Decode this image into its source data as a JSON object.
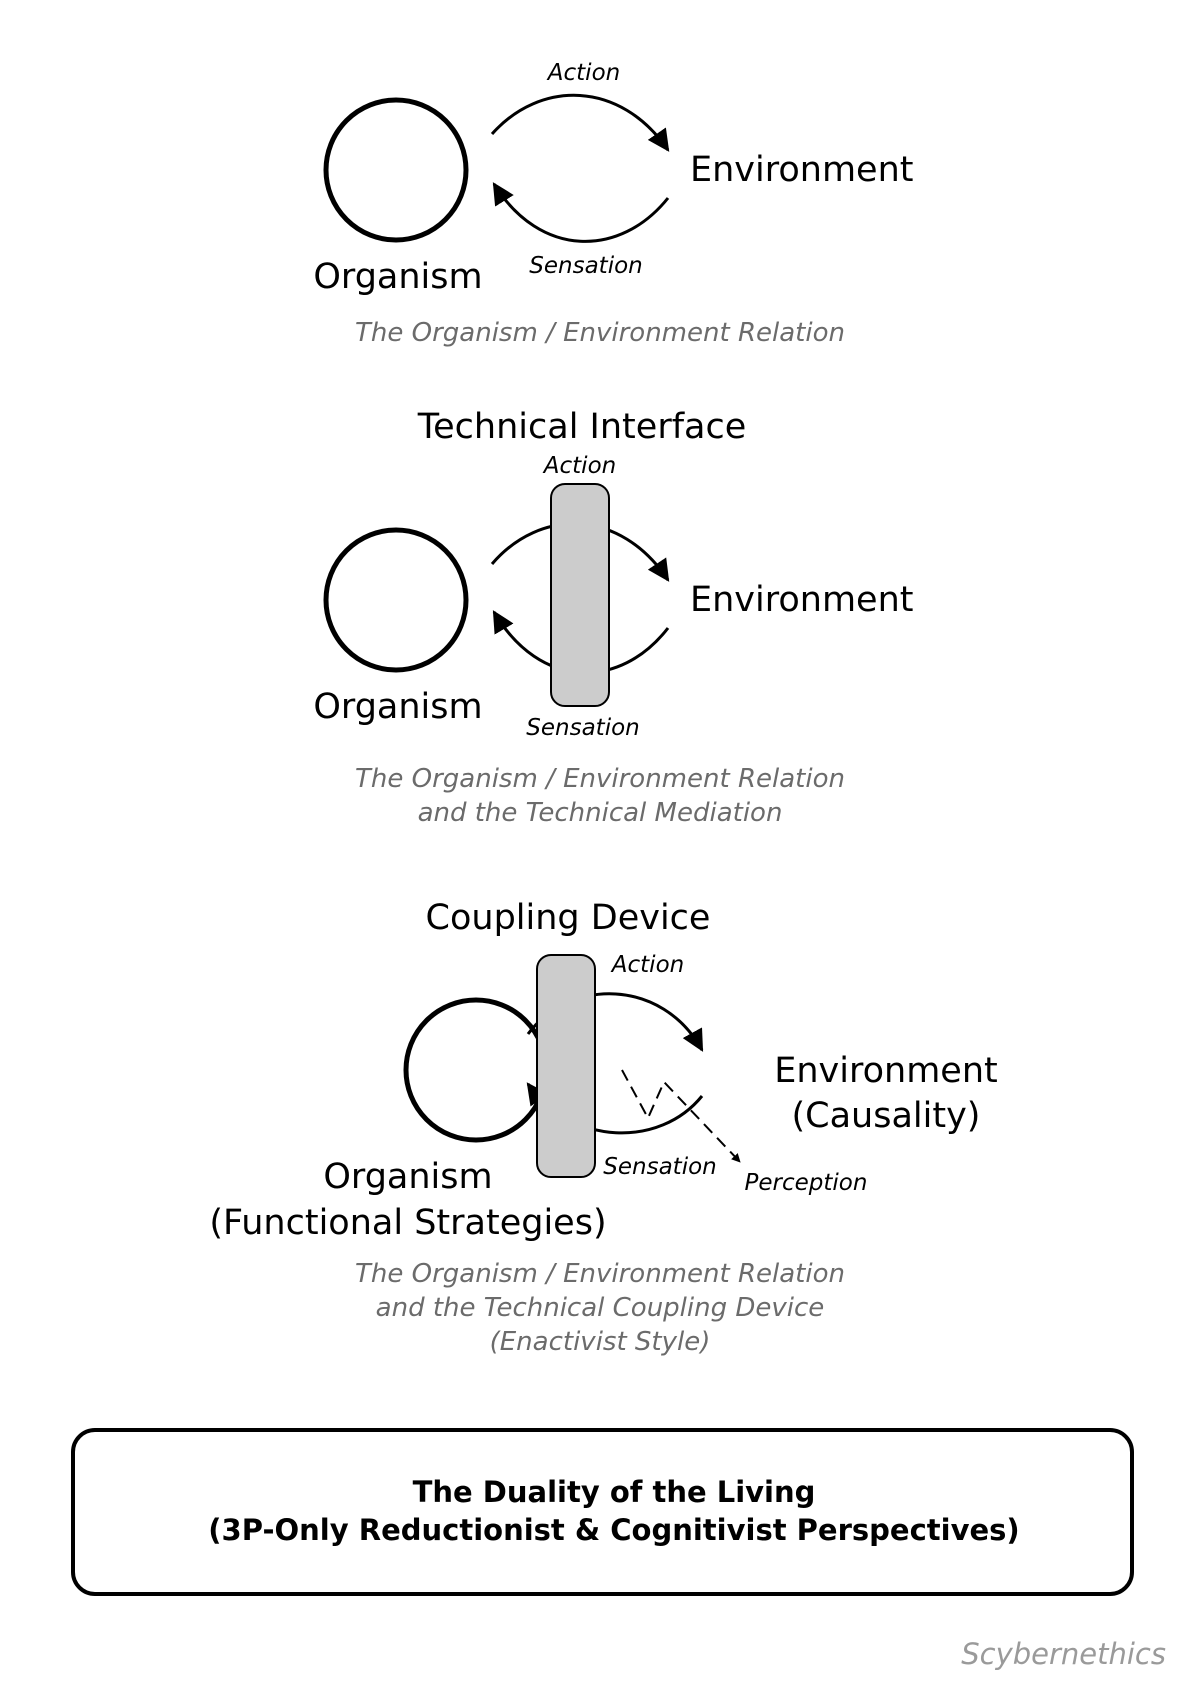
{
  "diagram1": {
    "organism": "Organism",
    "environment": "Environment",
    "action": "Action",
    "sensation": "Sensation",
    "caption": "The Organism / Environment Relation"
  },
  "diagram2": {
    "title": "Technical Interface",
    "organism": "Organism",
    "environment": "Environment",
    "action": "Action",
    "sensation": "Sensation",
    "caption_line1": "The Organism / Environment Relation",
    "caption_line2": "and the Technical Mediation"
  },
  "diagram3": {
    "title": "Coupling Device",
    "organism_line1": "Organism",
    "organism_line2": "(Functional Strategies)",
    "environment_line1": "Environment",
    "environment_line2": "(Causality)",
    "action": "Action",
    "sensation": "Sensation",
    "perception": "Perception",
    "caption_line1": "The Organism / Environment Relation",
    "caption_line2": "and the Technical Coupling Device",
    "caption_line3": "(Enactivist Style)"
  },
  "summary_box": {
    "line1": "The Duality of the Living",
    "line2": "(3P-Only Reductionist & Cognitivist Perspectives)"
  },
  "credit": "Scybernethics",
  "colors": {
    "stroke": "#000000",
    "device_fill": "#cccccc",
    "caption": "#6b6b6b",
    "credit": "#9a9a9a"
  }
}
